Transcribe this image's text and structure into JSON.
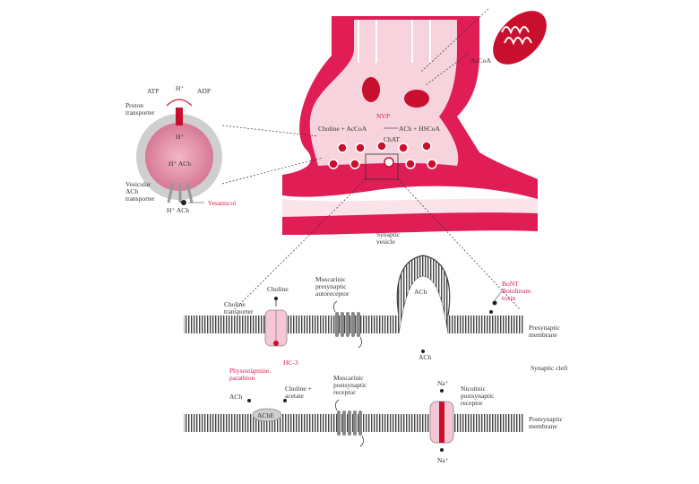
{
  "labels": {
    "acetyl_coa_mito": "AcCoA",
    "atp": "ATP",
    "h_plus_top": "H⁺",
    "adp": "ADP",
    "proton_transporter": "Proton\ntransporter",
    "h_plus_in": "H⁺",
    "h_plus_ach": "H⁺ ACh",
    "vesicular_transporter": "Vesicular\nACh\ntransporter",
    "h_plus_ach_bottom": "H⁺  ACh",
    "vesamicol": "Vesamicol",
    "nvp": "NVP",
    "choline_accoa": "Choline + AcCoA",
    "ach_hscoa": "ACh + HSCoA",
    "chat": "ChAT",
    "synaptic_vesicle": "Synaptic\nvesicle",
    "choline": "Choline",
    "choline_transporter": "Choline\ntransporter",
    "muscarinic_auto": "Muscarinic\npresynaptic\nautoreceptor",
    "ach_vesicle": "ACh",
    "hemicholinium": "HC-3",
    "botulinum": "Botulinum\ntoxin",
    "presynaptic_membrane": "Presynaptic\nmembrane",
    "ach_cleft": "ACh",
    "synaptic_cleft": "Synaptic cleft",
    "physostigmine": "Physostigmine,\nparathion",
    "ach_left": "ACh",
    "choline_acetate": "Choline +\nacetate",
    "ache": "AChE",
    "muscarinic_post": "Muscarinic\npostsynaptic\nreceptor",
    "na_top": "Na⁺",
    "nicotinic": "Nicotinic\npostsynaptic\nreceptor",
    "na_bottom": "Na⁺",
    "postsynaptic_membrane": "Postsynaptic\nmembrane"
  },
  "colors": {
    "terminal": "#e01d55",
    "terminal_light": "#f6c6d4",
    "vesicle_fill": "#e8a0b8",
    "mito": "#c8102e",
    "membrane": "#444444",
    "accent_red": "#d81b4a"
  },
  "icons": [
    "mitochondrion-icon",
    "vesicle-icon",
    "transporter-icon",
    "receptor-icon"
  ]
}
